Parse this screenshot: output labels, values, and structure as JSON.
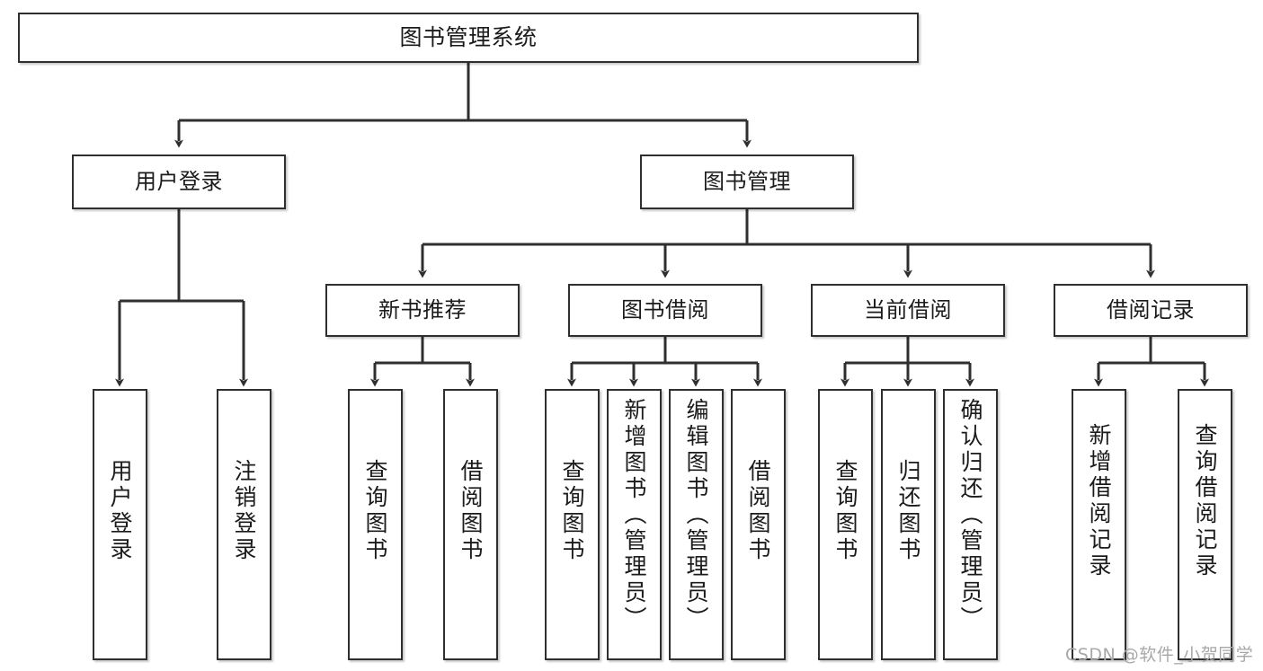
{
  "diagram": {
    "title": "图书管理系统",
    "type": "hierarchy-tree",
    "watermark": "CSDN @软件_小贺同学",
    "colors": {
      "stroke": "#2f2f2f",
      "fill": "#ffffff",
      "text": "#1b1b1b",
      "watermark": "#a8a8a8"
    },
    "nodes": {
      "root": {
        "label": "图书管理系统",
        "level": 1,
        "orientation": "horizontal"
      },
      "user_login": {
        "label": "用户登录",
        "level": 2,
        "orientation": "horizontal"
      },
      "book_manage": {
        "label": "图书管理",
        "level": 2,
        "orientation": "horizontal"
      },
      "new_book_rec": {
        "label": "新书推荐",
        "level": 3,
        "orientation": "horizontal"
      },
      "book_borrow": {
        "label": "图书借阅",
        "level": 3,
        "orientation": "horizontal"
      },
      "current_borrow": {
        "label": "当前借阅",
        "level": 3,
        "orientation": "horizontal"
      },
      "borrow_record": {
        "label": "借阅记录",
        "level": 3,
        "orientation": "horizontal"
      },
      "leaf_user_login": {
        "label": "用户登录",
        "level": 4,
        "orientation": "vertical"
      },
      "leaf_logout": {
        "label": "注销登录",
        "level": 4,
        "orientation": "vertical"
      },
      "leaf_rec_query": {
        "label": "查询图书",
        "level": 4,
        "orientation": "vertical"
      },
      "leaf_rec_borrow": {
        "label": "借阅图书",
        "level": 4,
        "orientation": "vertical"
      },
      "leaf_borrow_query": {
        "label": "查询图书",
        "level": 4,
        "orientation": "vertical"
      },
      "leaf_borrow_add": {
        "label": "新增图书（管理员）",
        "level": 4,
        "orientation": "vertical"
      },
      "leaf_borrow_edit": {
        "label": "编辑图书（管理员）",
        "level": 4,
        "orientation": "vertical"
      },
      "leaf_borrow_do": {
        "label": "借阅图书",
        "level": 4,
        "orientation": "vertical"
      },
      "leaf_cur_query": {
        "label": "查询图书",
        "level": 4,
        "orientation": "vertical"
      },
      "leaf_cur_return": {
        "label": "归还图书",
        "level": 4,
        "orientation": "vertical"
      },
      "leaf_cur_confirm": {
        "label": "确认归还（管理员）",
        "level": 4,
        "orientation": "vertical"
      },
      "leaf_rec_add": {
        "label": "新增借阅记录",
        "level": 4,
        "orientation": "vertical"
      },
      "leaf_rec_search": {
        "label": "查询借阅记录",
        "level": 4,
        "orientation": "vertical"
      }
    },
    "edges": [
      {
        "from": "root",
        "to": "user_login"
      },
      {
        "from": "root",
        "to": "book_manage"
      },
      {
        "from": "user_login",
        "to": "leaf_user_login"
      },
      {
        "from": "user_login",
        "to": "leaf_logout"
      },
      {
        "from": "book_manage",
        "to": "new_book_rec"
      },
      {
        "from": "book_manage",
        "to": "book_borrow"
      },
      {
        "from": "book_manage",
        "to": "current_borrow"
      },
      {
        "from": "book_manage",
        "to": "borrow_record"
      },
      {
        "from": "new_book_rec",
        "to": "leaf_rec_query"
      },
      {
        "from": "new_book_rec",
        "to": "leaf_rec_borrow"
      },
      {
        "from": "book_borrow",
        "to": "leaf_borrow_query"
      },
      {
        "from": "book_borrow",
        "to": "leaf_borrow_add"
      },
      {
        "from": "book_borrow",
        "to": "leaf_borrow_edit"
      },
      {
        "from": "book_borrow",
        "to": "leaf_borrow_do"
      },
      {
        "from": "current_borrow",
        "to": "leaf_cur_query"
      },
      {
        "from": "current_borrow",
        "to": "leaf_cur_return"
      },
      {
        "from": "current_borrow",
        "to": "leaf_cur_confirm"
      },
      {
        "from": "borrow_record",
        "to": "leaf_rec_add"
      },
      {
        "from": "borrow_record",
        "to": "leaf_rec_search"
      }
    ]
  }
}
